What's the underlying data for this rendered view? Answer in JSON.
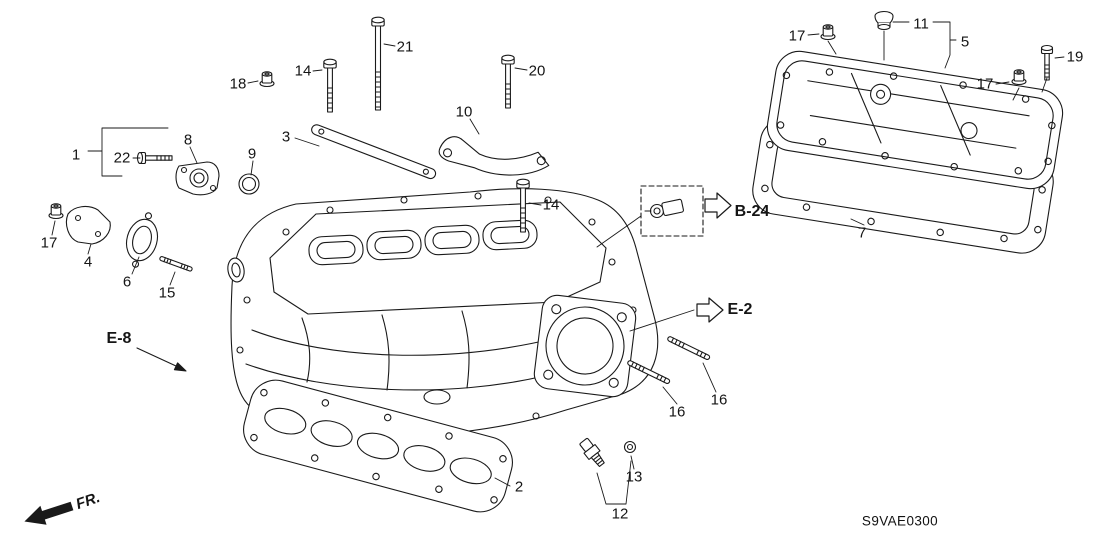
{
  "diagram": {
    "drawing_code": "S9VAE0300",
    "fr_indicator": "FR.",
    "cross_refs": [
      {
        "label": "B-24"
      },
      {
        "label": "E-2"
      },
      {
        "label": "E-8"
      }
    ],
    "callouts": [
      {
        "num": "1"
      },
      {
        "num": "2"
      },
      {
        "num": "3"
      },
      {
        "num": "4"
      },
      {
        "num": "5"
      },
      {
        "num": "6"
      },
      {
        "num": "7"
      },
      {
        "num": "8"
      },
      {
        "num": "9"
      },
      {
        "num": "10"
      },
      {
        "num": "11"
      },
      {
        "num": "12"
      },
      {
        "num": "13"
      },
      {
        "num": "14"
      },
      {
        "num": "14"
      },
      {
        "num": "15"
      },
      {
        "num": "16"
      },
      {
        "num": "16"
      },
      {
        "num": "17"
      },
      {
        "num": "17"
      },
      {
        "num": "17"
      },
      {
        "num": "18"
      },
      {
        "num": "19"
      },
      {
        "num": "20"
      },
      {
        "num": "21"
      },
      {
        "num": "22"
      }
    ]
  }
}
